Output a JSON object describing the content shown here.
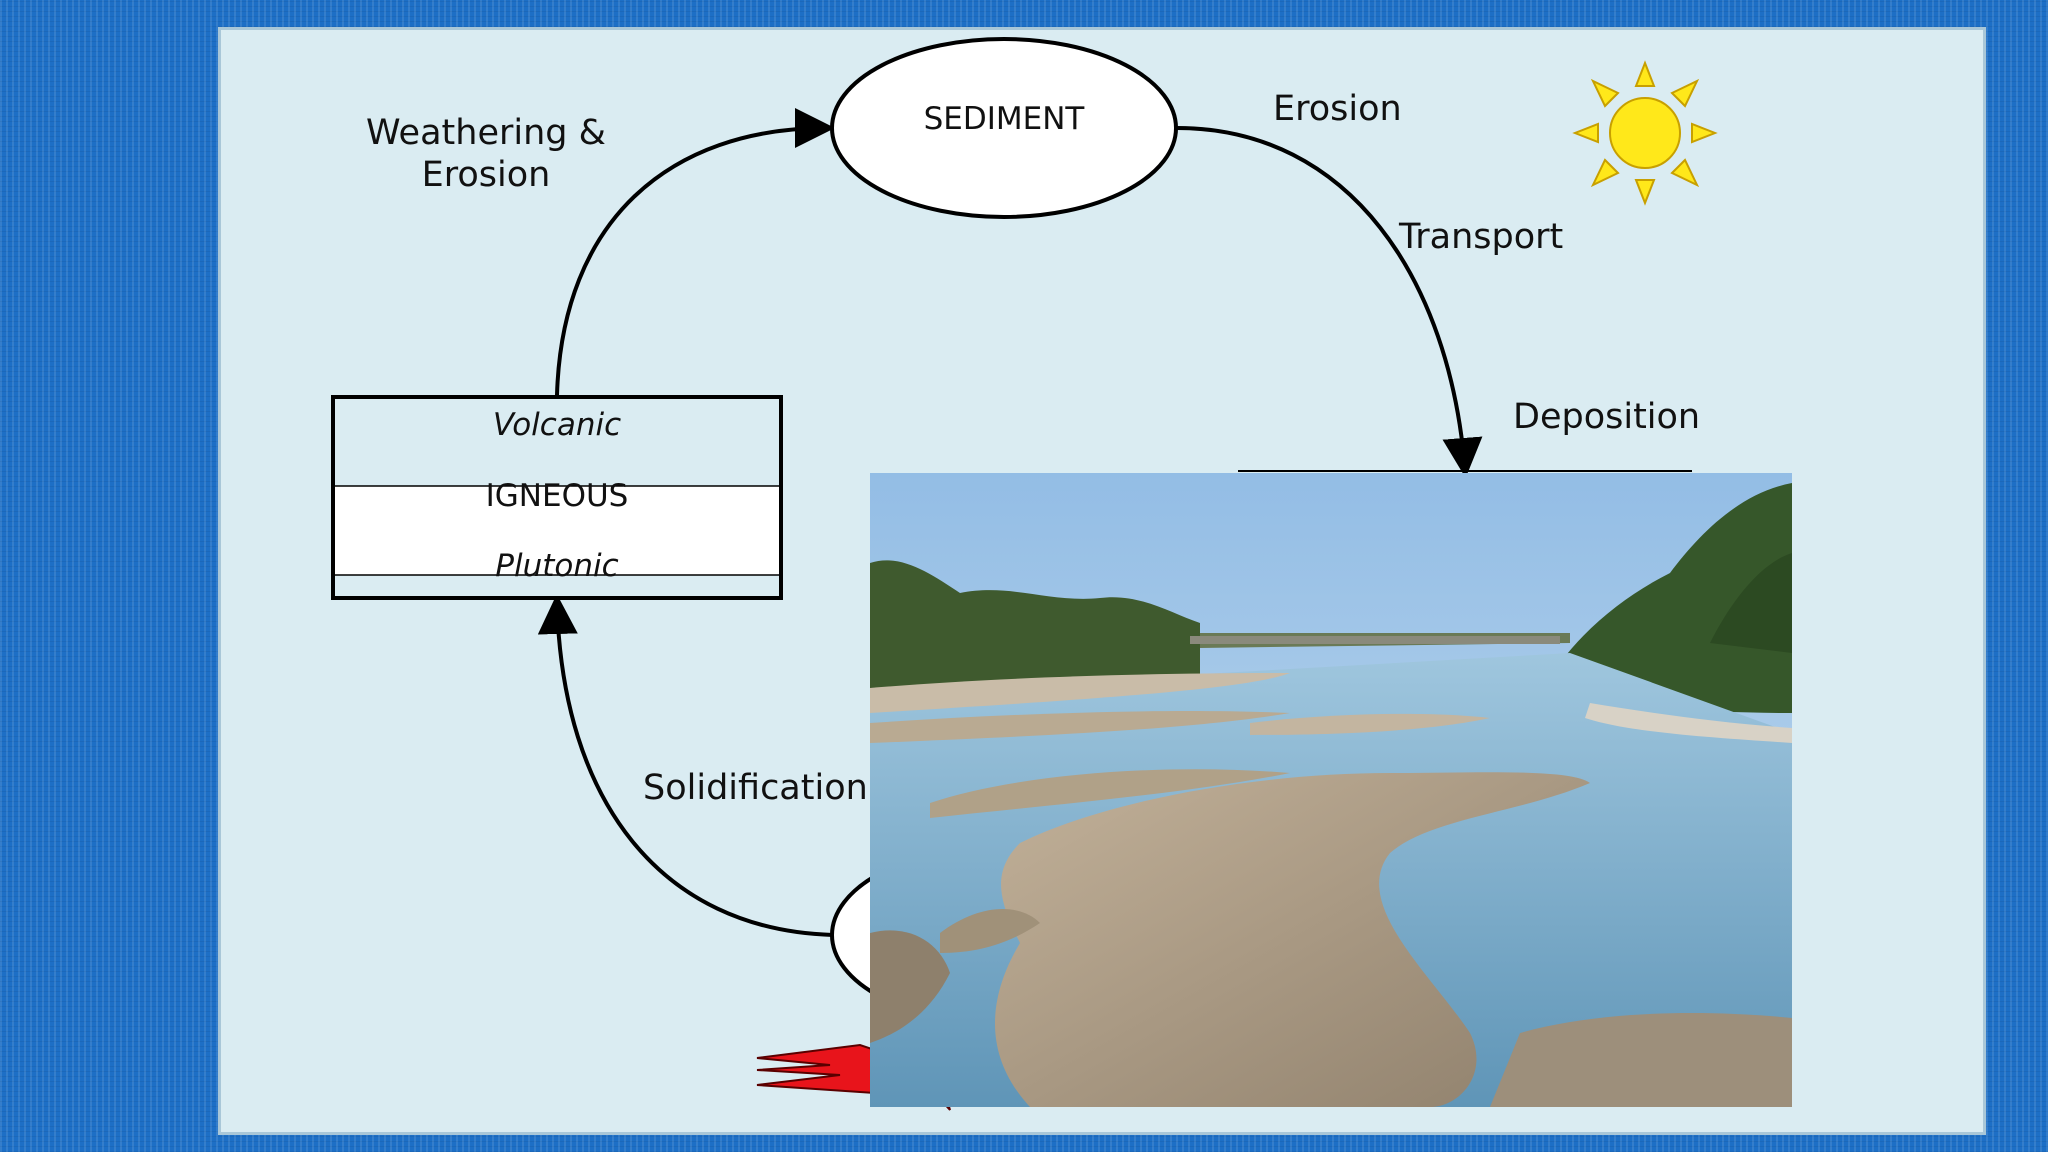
{
  "diagram": {
    "nodes": {
      "sediment": "SEDIMENT",
      "igneous_top": "Volcanic",
      "igneous_mid": "IGNEOUS",
      "igneous_bottom": "Plutonic"
    },
    "edge_labels": {
      "weathering": "Weathering &\nErosion",
      "erosion": "Erosion",
      "transport": "Transport",
      "deposition": "Deposition",
      "solidification": "Solidification"
    }
  },
  "colors": {
    "background": "#1d6fc6",
    "slide": "#daecf2",
    "sun": "#ffe81a",
    "fire": "#e8141b"
  },
  "icons": [
    "sun-icon",
    "fire-icon"
  ]
}
